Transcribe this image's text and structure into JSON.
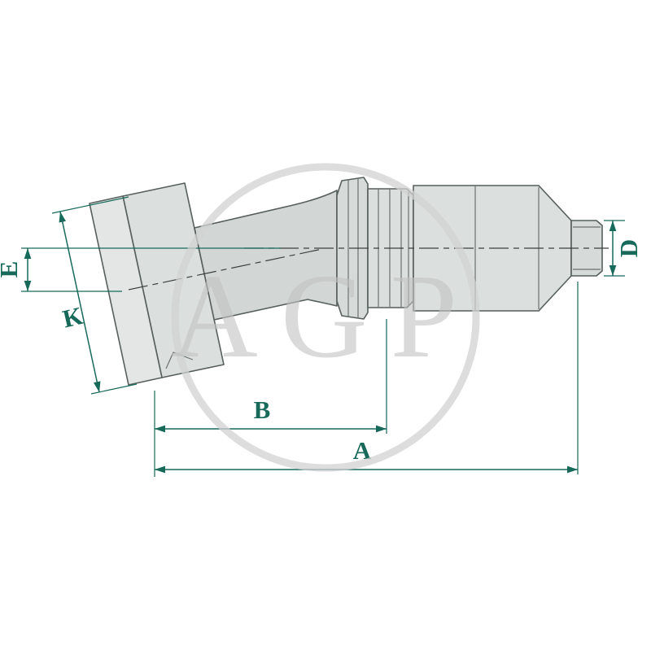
{
  "watermark": {
    "text": "AGP"
  },
  "dimensions": {
    "a": "A",
    "b": "B",
    "d": "D",
    "e": "E",
    "k": "K"
  },
  "colors": {
    "dimension_lines": "#17695a",
    "part_outline": "#575f5d",
    "part_fill": "#dbdfde",
    "centerline": "#3c403f",
    "watermark_gray": "#c3c3c3",
    "background": "#ffffff"
  }
}
